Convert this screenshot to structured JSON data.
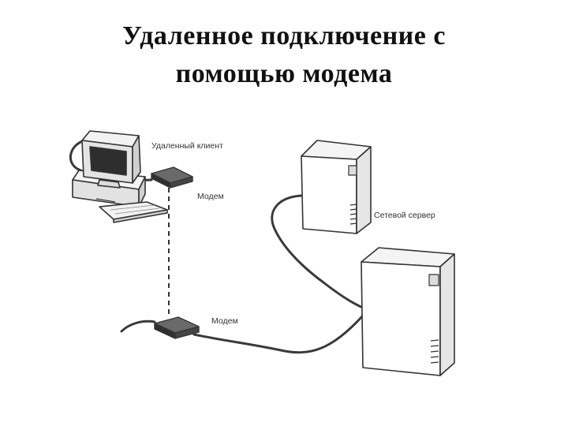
{
  "slide": {
    "title_line1": "Удаленное подключение с",
    "title_line2": "помощью модема"
  },
  "diagram": {
    "label_remote_client": "Удаленный клиент",
    "label_modem_top": "Модем",
    "label_modem_bottom": "Модем",
    "label_network_server": "Сетевой сервер"
  },
  "colors": {
    "stroke": "#333333",
    "fill_light": "#f2f2f2",
    "fill_dark": "#3a3a3a"
  }
}
